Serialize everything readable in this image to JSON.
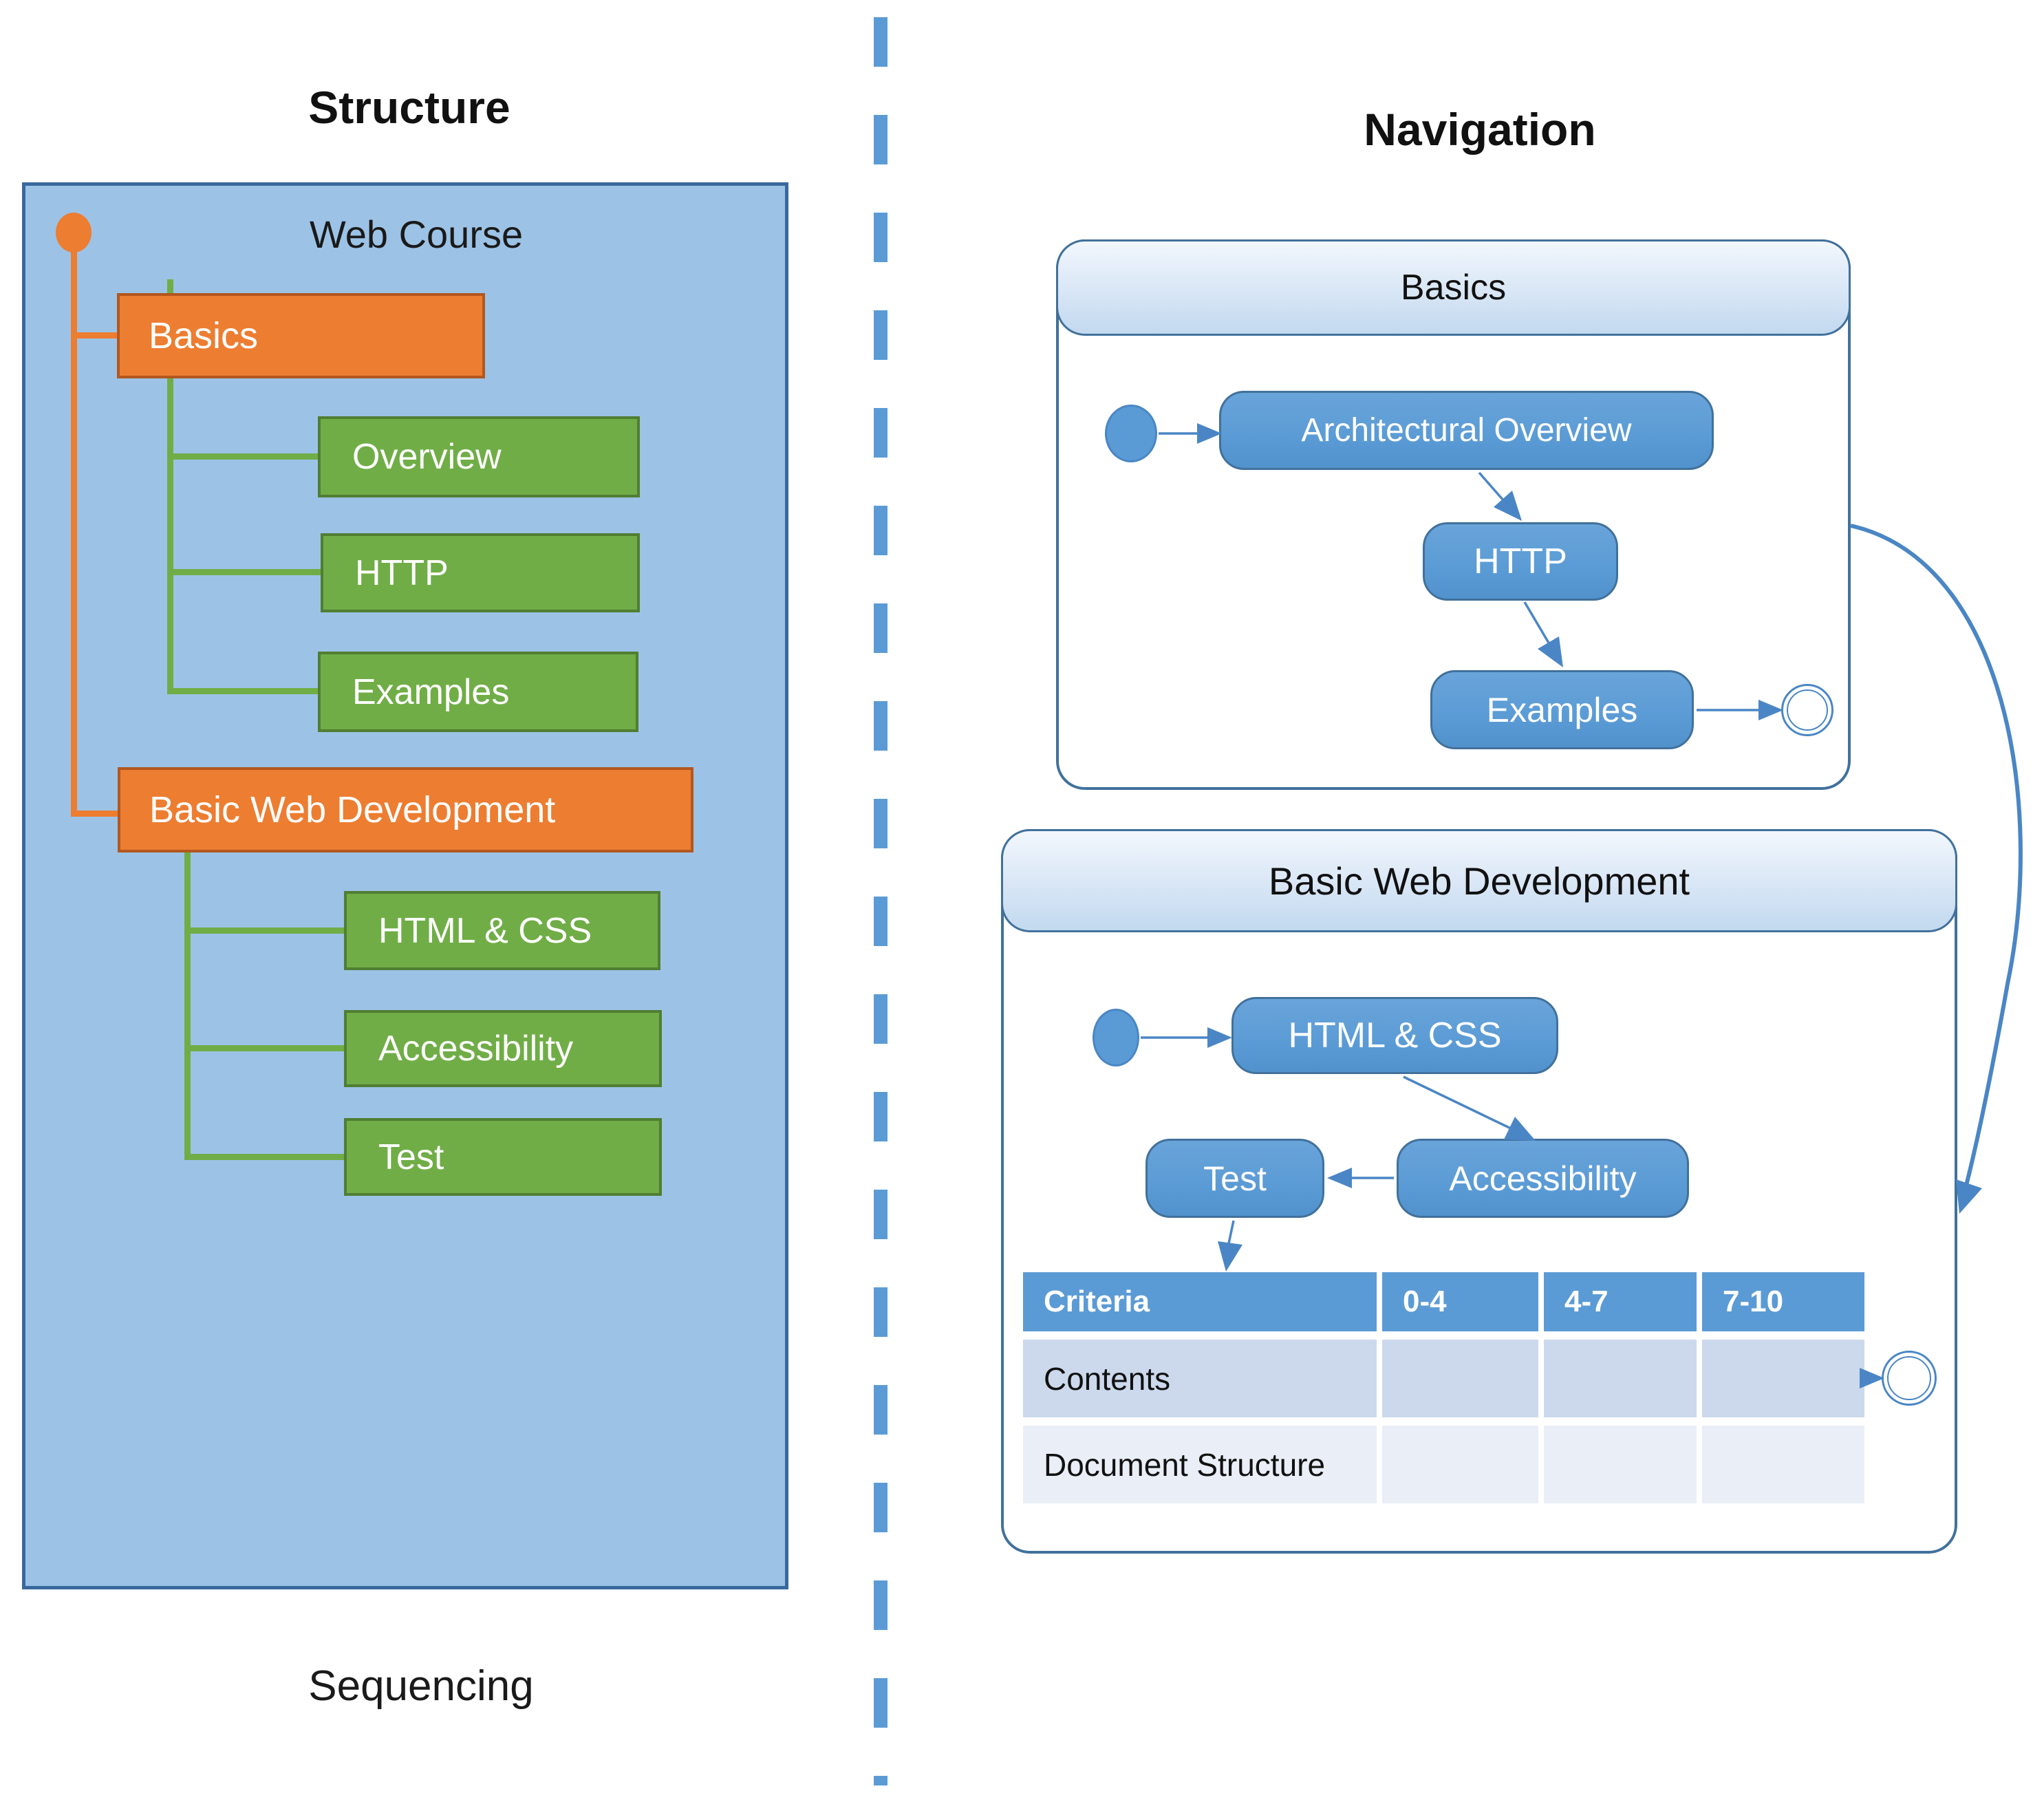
{
  "left": {
    "title": "Structure",
    "panel_title": "Web Course",
    "caption": "Sequencing",
    "level1": [
      {
        "label": "Basics"
      },
      {
        "label": "Basic Web Development"
      }
    ],
    "basics_children": [
      "Overview",
      "HTTP",
      "Examples"
    ],
    "bwd_children": [
      "HTML & CSS",
      "Accessibility",
      "Test"
    ]
  },
  "right": {
    "title": "Navigation",
    "basics_panel": {
      "title": "Basics",
      "states": [
        "Architectural Overview",
        "HTTP",
        "Examples"
      ]
    },
    "bwd_panel": {
      "title": "Basic Web Development",
      "states": [
        "HTML & CSS",
        "Accessibility",
        "Test"
      ],
      "table": {
        "headers": [
          "Criteria",
          "0-4",
          "4-7",
          "7-10"
        ],
        "rows": [
          {
            "label": "Contents"
          },
          {
            "label": "Document Structure"
          }
        ]
      }
    }
  },
  "colors": {
    "panel_fill": "#9cc3e6",
    "panel_border": "#39689d",
    "orange": "#ed7d31",
    "green": "#70ad47",
    "state_blue": "#5b9bd5",
    "line_blue": "#4a86c5",
    "table_header": "#5b9bd5",
    "table_row_odd": "#ccd9ec",
    "table_row_even": "#e9eef7"
  }
}
